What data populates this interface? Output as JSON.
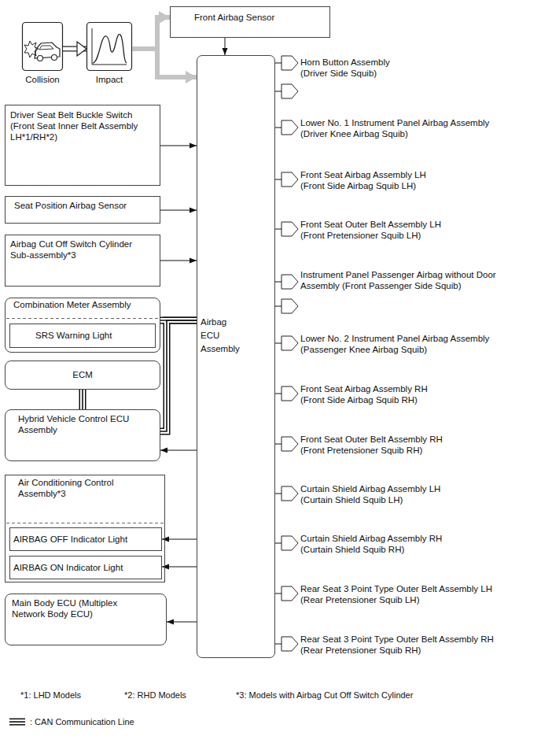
{
  "diagram": {
    "nodes": [
      {
        "text": [
          "Collision"
        ]
      },
      {
        "text": [
          "Impact"
        ]
      },
      {
        "text": [
          "Front Airbag Sensor"
        ]
      },
      {
        "text": [
          "Airbag ECU Assembly"
        ]
      },
      {
        "text": [
          "Driver Seat Belt Buckle Switch",
          "(Front Seat Inner Belt Assembly LH*1/RH*2)"
        ]
      },
      {
        "text": [
          "Seat Position Airbag Sensor"
        ]
      },
      {
        "text": [
          "Airbag Cut Off Switch Cylinder Sub-assembly*3"
        ]
      },
      {
        "text": [
          "Combination Meter Assembly"
        ]
      },
      {
        "text": [
          "SRS Warning Light"
        ],
        "in": 7
      },
      {
        "text": [
          "ECM"
        ]
      },
      {
        "text": [
          "Hybrid Vehicle Control ECU Assembly"
        ]
      },
      {
        "text": [
          "Air Conditioning Control Assembly*3"
        ]
      },
      {
        "text": [
          "AIRBAG OFF Indicator Light"
        ],
        "in": 11
      },
      {
        "text": [
          "AIRBAG ON Indicator Light"
        ],
        "in": 11
      },
      {
        "text": [
          "Main Body ECU (Multiplex Network Body ECU)"
        ]
      },
      {
        "text": [
          "Horn Button Assembly",
          "(Driver Side Squib)"
        ]
      },
      {
        "text": [
          "Lower No. 1 Instrument Panel Airbag Assembly",
          "(Driver Knee Airbag Squib)"
        ]
      },
      {
        "text": [
          "Front Seat Airbag Assembly LH",
          "(Front Side Airbag Squib LH)"
        ]
      },
      {
        "text": [
          "Front Seat Outer Belt Assembly LH",
          "(Front Pretensioner Squib LH)"
        ]
      },
      {
        "text": [
          "Instrument Panel Passenger Airbag without Door Assembly (Front Passenger Side Squib)"
        ]
      },
      {
        "text": [
          "Lower No. 2 Instrument Panel Airbag Assembly",
          "(Passenger Knee Airbag Squib)"
        ]
      },
      {
        "text": [
          "Front Seat Airbag Assembly RH",
          "(Front Side Airbag Squib RH)"
        ]
      },
      {
        "text": [
          "Front Seat Outer Belt Assembly RH",
          "(Front Pretensioner Squib RH)"
        ]
      },
      {
        "text": [
          "Curtain Shield Airbag Assembly LH",
          "(Curtain Shield Squib LH)"
        ]
      },
      {
        "text": [
          "Curtain Shield Airbag Assembly RH",
          "(Curtain Shield Squib RH)"
        ]
      },
      {
        "text": [
          "Rear Seat 3 Point Type Outer Belt Assembly LH",
          "(Rear Pretensioner Squib LH)"
        ]
      },
      {
        "text": [
          "Rear Seat 3 Point Type Outer Belt Assembly RH",
          "(Rear Pretensioner Squib RH)"
        ]
      }
    ],
    "edges": [
      {
        "from": 0,
        "to": 1,
        "arrow": "to"
      },
      {
        "from": 1,
        "to": 2,
        "arrow": "to"
      },
      {
        "from": 1,
        "to": 3,
        "arrow": "to"
      },
      {
        "from": 2,
        "to": 3,
        "arrow": "to"
      },
      {
        "from": 4,
        "to": 3,
        "arrow": "to"
      },
      {
        "from": 5,
        "to": 3,
        "arrow": "to"
      },
      {
        "from": 6,
        "to": 3,
        "arrow": "to"
      },
      {
        "from": 7,
        "to": 3,
        "arrow": "none"
      },
      {
        "from": 9,
        "to": 10,
        "arrow": "none"
      },
      {
        "from": 10,
        "to": 3,
        "arrow": "none"
      },
      {
        "from": 3,
        "to": 10,
        "arrow": "to"
      },
      {
        "from": 3,
        "to": 12,
        "arrow": "to"
      },
      {
        "from": 3,
        "to": 13,
        "arrow": "to"
      },
      {
        "from": 3,
        "to": 14,
        "arrow": "to"
      },
      {
        "from": 3,
        "to": 15,
        "arrow": "none"
      },
      {
        "from": 3,
        "to": 15,
        "arrow": "none"
      },
      {
        "from": 3,
        "to": 16,
        "arrow": "none"
      },
      {
        "from": 3,
        "to": 17,
        "arrow": "none"
      },
      {
        "from": 3,
        "to": 18,
        "arrow": "none"
      },
      {
        "from": 3,
        "to": 19,
        "arrow": "none"
      },
      {
        "from": 3,
        "to": 19,
        "arrow": "none"
      },
      {
        "from": 3,
        "to": 20,
        "arrow": "none"
      },
      {
        "from": 3,
        "to": 21,
        "arrow": "none"
      },
      {
        "from": 3,
        "to": 22,
        "arrow": "none"
      },
      {
        "from": 3,
        "to": 23,
        "arrow": "none"
      },
      {
        "from": 3,
        "to": 24,
        "arrow": "none"
      },
      {
        "from": 3,
        "to": 25,
        "arrow": "none"
      },
      {
        "from": 3,
        "to": 26,
        "arrow": "none"
      }
    ],
    "labels": [
      "*1: LHD Models",
      "*2: RHD Models",
      "*3: Models with Airbag Cut Off Switch Cylinder"
    ],
    "legend": [
      {
        "text": ": CAN Communication Line"
      }
    ]
  }
}
